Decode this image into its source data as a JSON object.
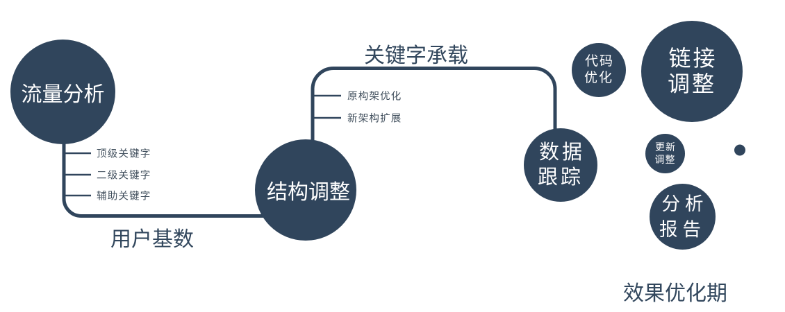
{
  "colors": {
    "primary": "#30455c",
    "node_text": "#ffffff",
    "edge_label": "#32475d",
    "branch_label": "#42505e",
    "background": "#ffffff"
  },
  "flow": {
    "stage1": {
      "node": "流量分析",
      "branches": [
        "顶级关键字",
        "二级关键字",
        "辅助关键字"
      ],
      "edge_label": "用户基数"
    },
    "stage2": {
      "node": "结构调整",
      "branches": [
        "原构架优化",
        "新架构扩展"
      ],
      "edge_label": "关键字承载"
    },
    "stage3": {
      "node": "数据\n跟踪"
    }
  },
  "cluster": {
    "bubbles": [
      {
        "label": "代码\n优化"
      },
      {
        "label": "链接\n调整"
      },
      {
        "label": "更新\n调整"
      },
      {
        "label": "分析\n报告"
      }
    ],
    "caption": "效果优化期"
  }
}
